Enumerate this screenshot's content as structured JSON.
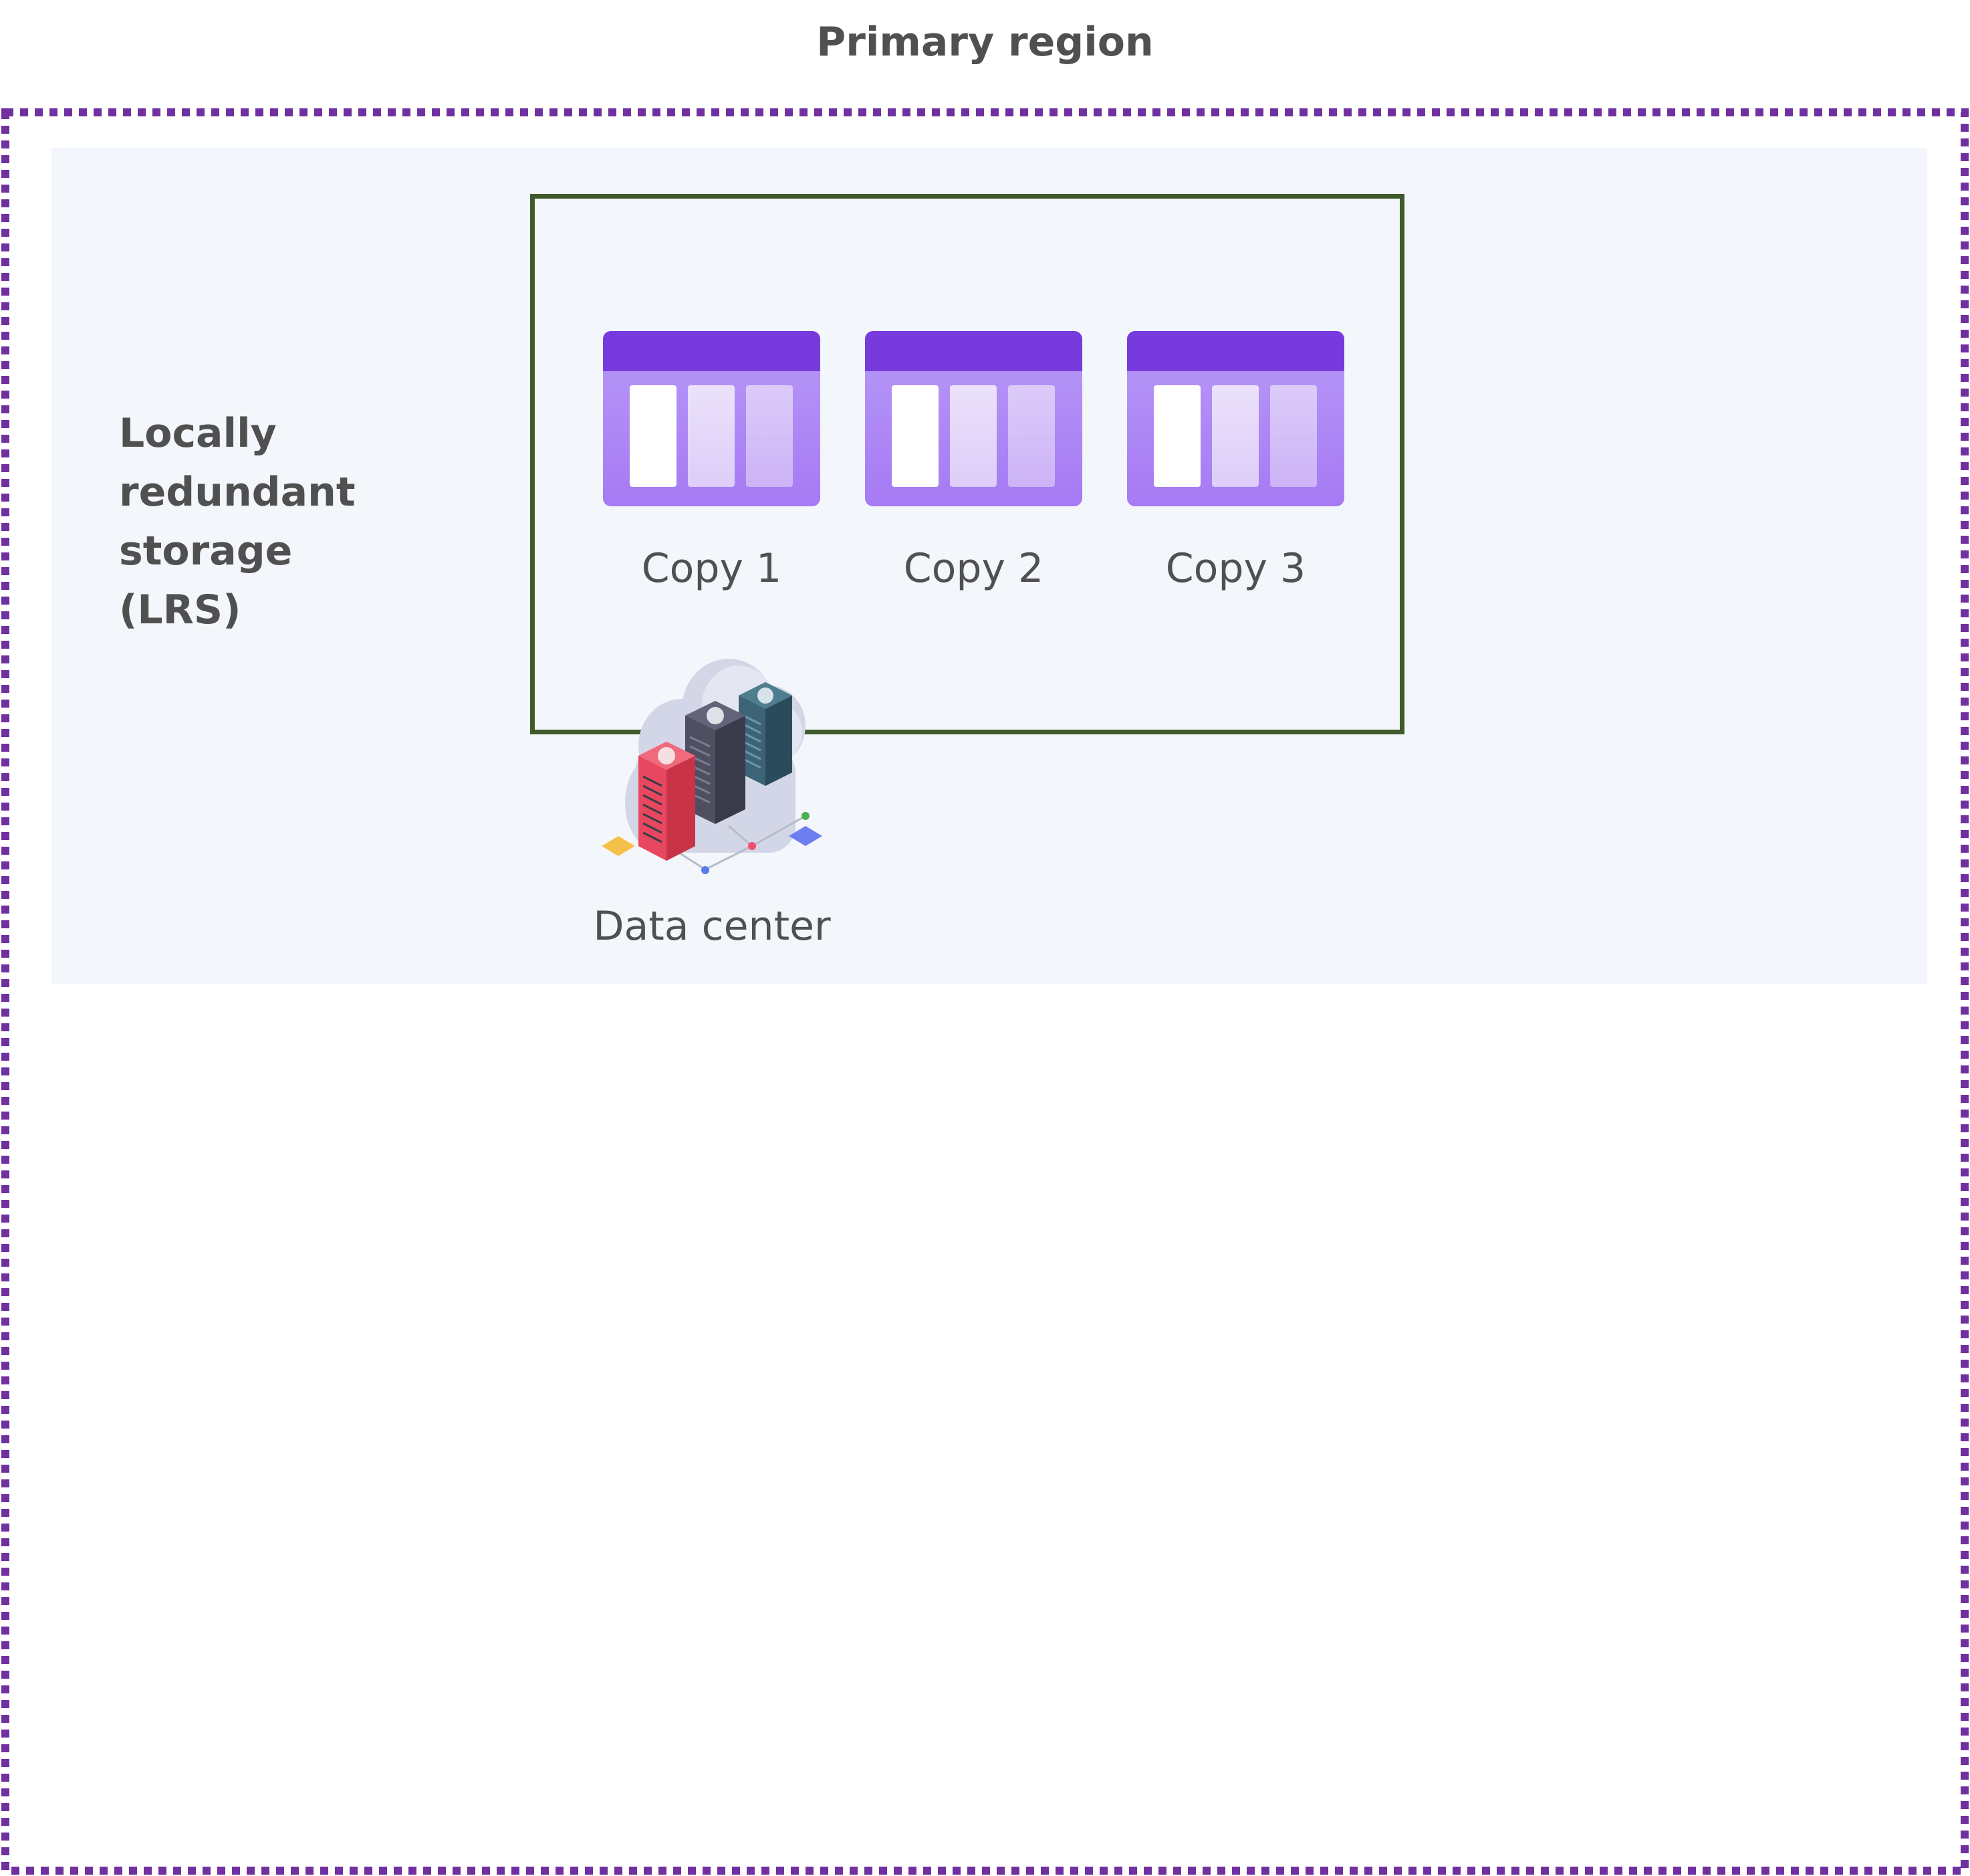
{
  "region": {
    "title": "Primary region",
    "border_color": "#7030a0"
  },
  "lrs": {
    "label_lines": [
      "Locally",
      "redundant",
      "storage",
      "(LRS)"
    ],
    "panel_color": "#f3f6fb",
    "box_color": "#3f5b2b"
  },
  "copies": [
    {
      "label": "Copy 1",
      "icon": "storage-table-icon"
    },
    {
      "label": "Copy 2",
      "icon": "storage-table-icon"
    },
    {
      "label": "Copy 3",
      "icon": "storage-table-icon"
    }
  ],
  "datacenter": {
    "label": "Data center",
    "icon": "data-center-icon"
  },
  "colors": {
    "icon_header": "#773adc",
    "icon_body": "#b08cf5",
    "text": "#505050"
  }
}
